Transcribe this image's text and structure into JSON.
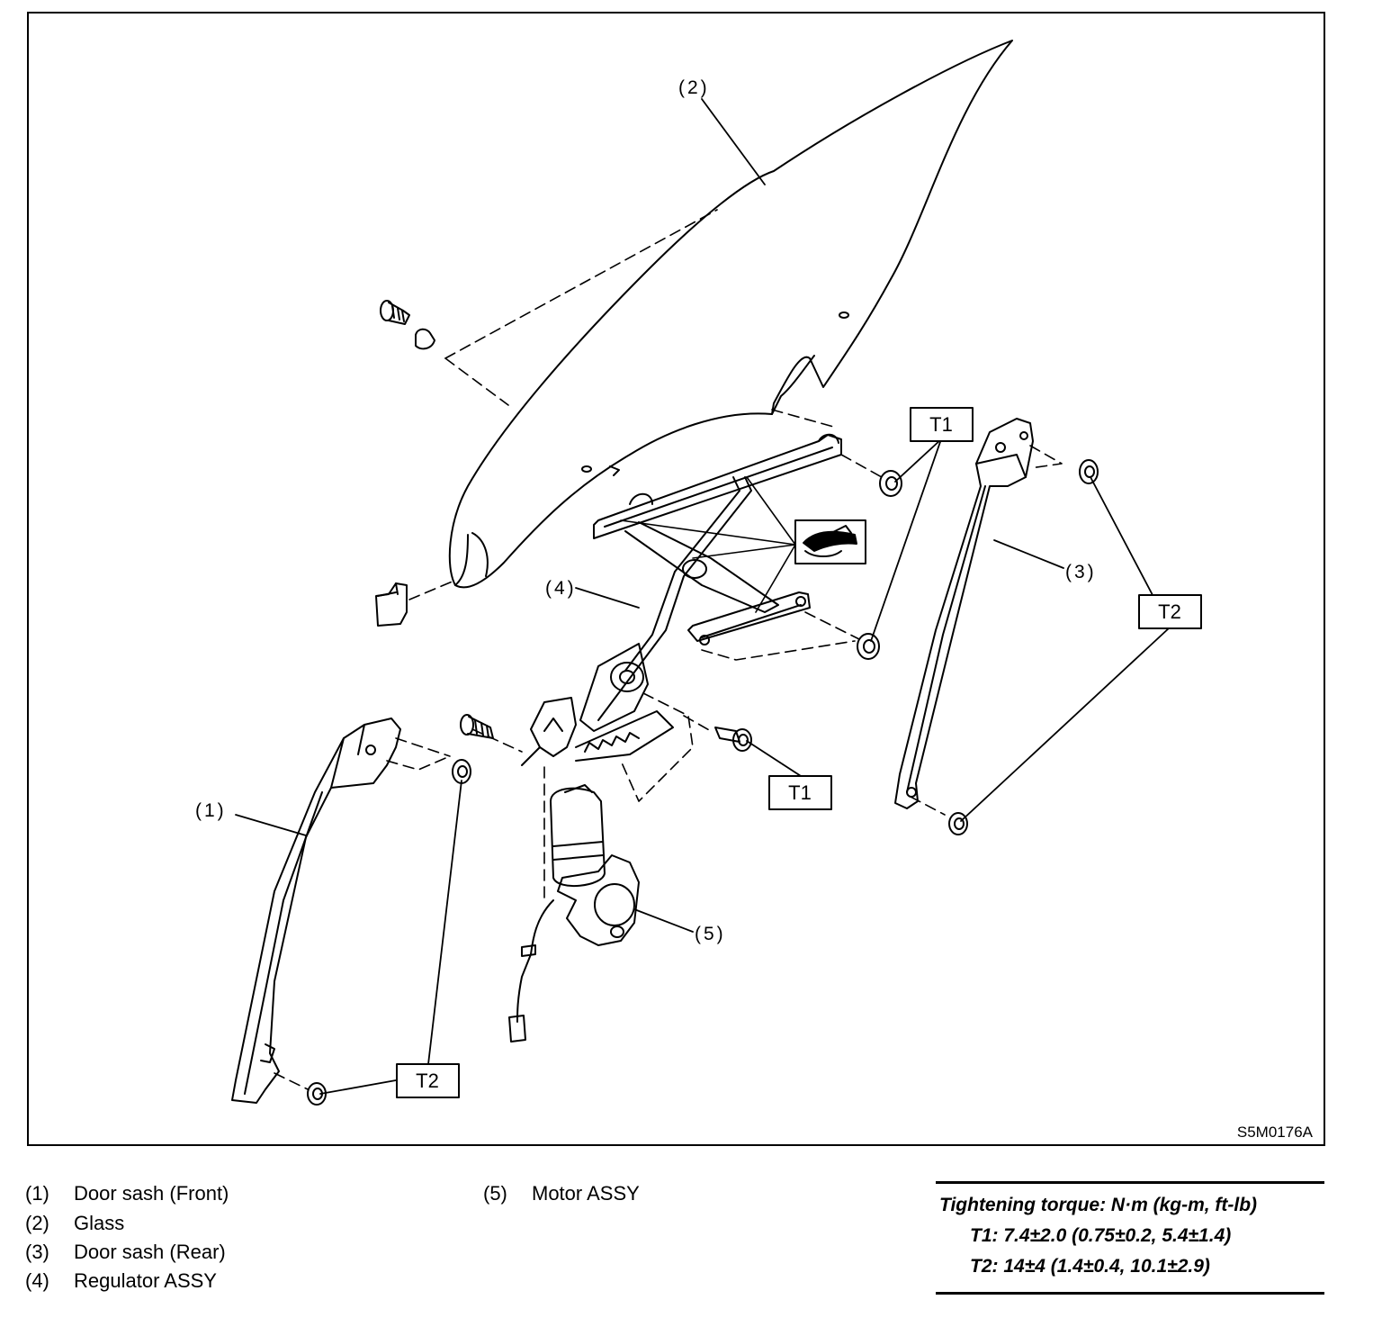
{
  "diagram": {
    "callouts": {
      "c1": "(1)",
      "c2": "(2)",
      "c3": "(3)",
      "c4": "(4)",
      "c5": "(5)"
    },
    "torque_labels": {
      "t1_upper": "T1",
      "t1_lower": "T1",
      "t2_right": "T2",
      "t2_left": "T2"
    },
    "figure_code": "S5M0176A"
  },
  "legend": {
    "items": [
      {
        "num": "(1)",
        "name": "Door sash (Front)"
      },
      {
        "num": "(2)",
        "name": "Glass"
      },
      {
        "num": "(3)",
        "name": "Door sash (Rear)"
      },
      {
        "num": "(4)",
        "name": "Regulator ASSY"
      },
      {
        "num": "(5)",
        "name": "Motor ASSY"
      }
    ]
  },
  "torque": {
    "heading": "Tightening torque: N·m (kg-m, ft-lb)",
    "t1": "T1: 7.4±2.0 (0.75±0.2, 5.4±1.4)",
    "t2": "T2: 14±4 (1.4±0.4, 10.1±2.9)"
  }
}
